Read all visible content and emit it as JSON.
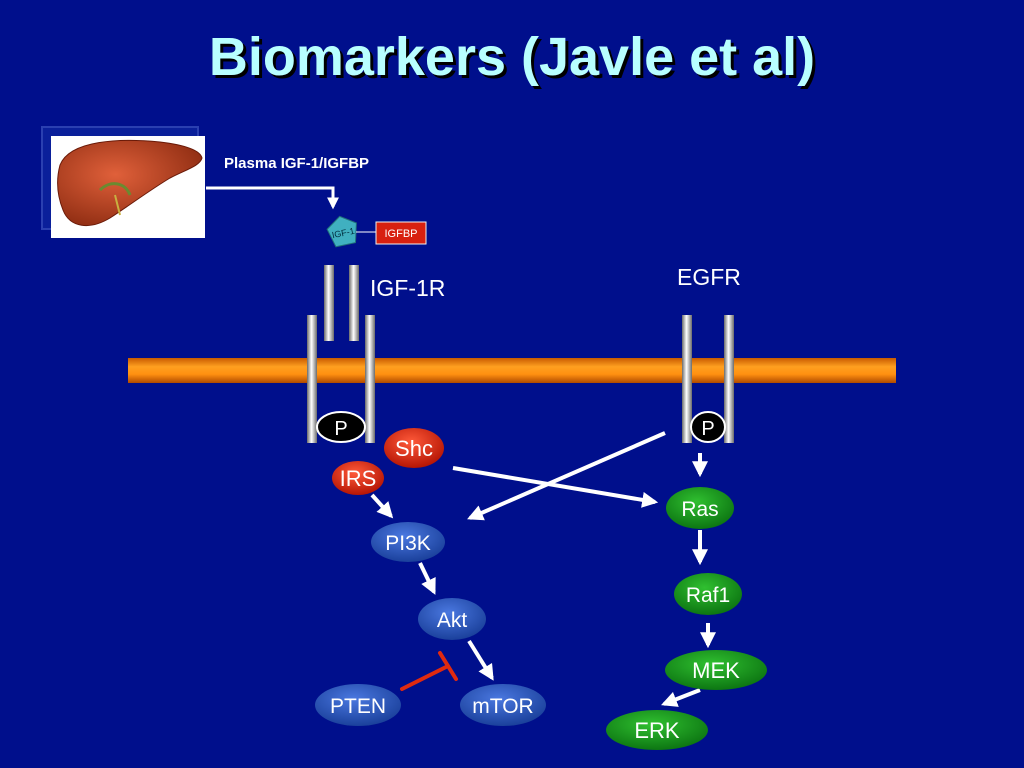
{
  "title": "Biomarkers (Javle et al)",
  "labels": {
    "plasma": "Plasma IGF-1/IGFBP",
    "igf1": "IGF-1",
    "igfbp": "IGFBP",
    "igf1r": "IGF-1R",
    "egfr": "EGFR",
    "p_left": "P",
    "p_right": "P"
  },
  "nodes": {
    "shc": "Shc",
    "irs": "IRS",
    "pi3k": "PI3K",
    "akt": "Akt",
    "pten": "PTEN",
    "mtor": "mTOR",
    "ras": "Ras",
    "raf1": "Raf1",
    "mek": "MEK",
    "erk": "ERK"
  },
  "colors": {
    "background": "#000f8c",
    "title": "#b8ffff",
    "membrane": "#ff8c00",
    "red_node": "#d21e0a",
    "blue_node": "#1f4fb8",
    "green_node": "#0f8c14",
    "inhibition": "#e02a10"
  }
}
